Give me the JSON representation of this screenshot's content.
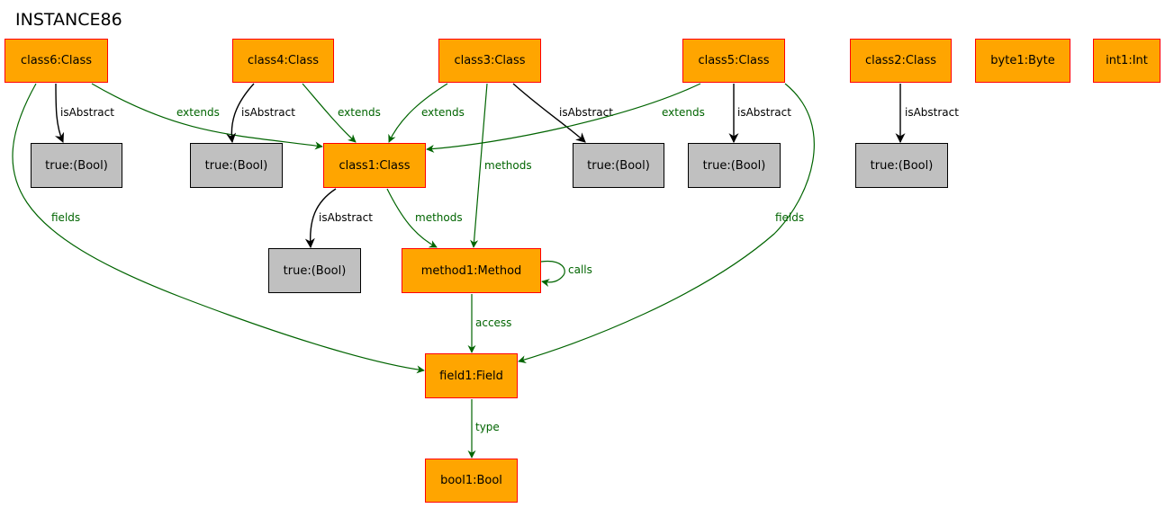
{
  "title": "INSTANCE86",
  "colors": {
    "object_fill": "#ffa500",
    "object_border": "#ff0000",
    "value_fill": "#c0c0c0",
    "value_border": "#000000",
    "association_edge": "#006400",
    "attribute_edge": "#000000"
  },
  "nodes": {
    "class6": "class6:Class",
    "class4": "class4:Class",
    "class3": "class3:Class",
    "class5": "class5:Class",
    "class2": "class2:Class",
    "byte1": "byte1:Byte",
    "int1": "int1:Int",
    "class1": "class1:Class",
    "method1": "method1:Method",
    "field1": "field1:Field",
    "bool1": "bool1:Bool",
    "true_class6": "true:(Bool)",
    "true_class4": "true:(Bool)",
    "true_class3": "true:(Bool)",
    "true_class5": "true:(Bool)",
    "true_class2": "true:(Bool)",
    "true_class1": "true:(Bool)"
  },
  "edges": [
    {
      "from": "class6",
      "to": "true_class6",
      "label": "isAbstract",
      "kind": "attribute"
    },
    {
      "from": "class6",
      "to": "class1",
      "label": "extends",
      "kind": "association"
    },
    {
      "from": "class6",
      "to": "field1",
      "label": "fields",
      "kind": "association"
    },
    {
      "from": "class4",
      "to": "true_class4",
      "label": "isAbstract",
      "kind": "attribute"
    },
    {
      "from": "class4",
      "to": "class1",
      "label": "extends",
      "kind": "association"
    },
    {
      "from": "class3",
      "to": "class1",
      "label": "extends",
      "kind": "association"
    },
    {
      "from": "class3",
      "to": "true_class3",
      "label": "isAbstract",
      "kind": "attribute"
    },
    {
      "from": "class3",
      "to": "method1",
      "label": "methods",
      "kind": "association"
    },
    {
      "from": "class5",
      "to": "class1",
      "label": "extends",
      "kind": "association"
    },
    {
      "from": "class5",
      "to": "true_class5",
      "label": "isAbstract",
      "kind": "attribute"
    },
    {
      "from": "class5",
      "to": "field1",
      "label": "fields",
      "kind": "association"
    },
    {
      "from": "class2",
      "to": "true_class2",
      "label": "isAbstract",
      "kind": "attribute"
    },
    {
      "from": "class1",
      "to": "true_class1",
      "label": "isAbstract",
      "kind": "attribute"
    },
    {
      "from": "class1",
      "to": "method1",
      "label": "methods",
      "kind": "association"
    },
    {
      "from": "method1",
      "to": "method1",
      "label": "calls",
      "kind": "association"
    },
    {
      "from": "method1",
      "to": "field1",
      "label": "access",
      "kind": "association"
    },
    {
      "from": "field1",
      "to": "bool1",
      "label": "type",
      "kind": "association"
    }
  ]
}
